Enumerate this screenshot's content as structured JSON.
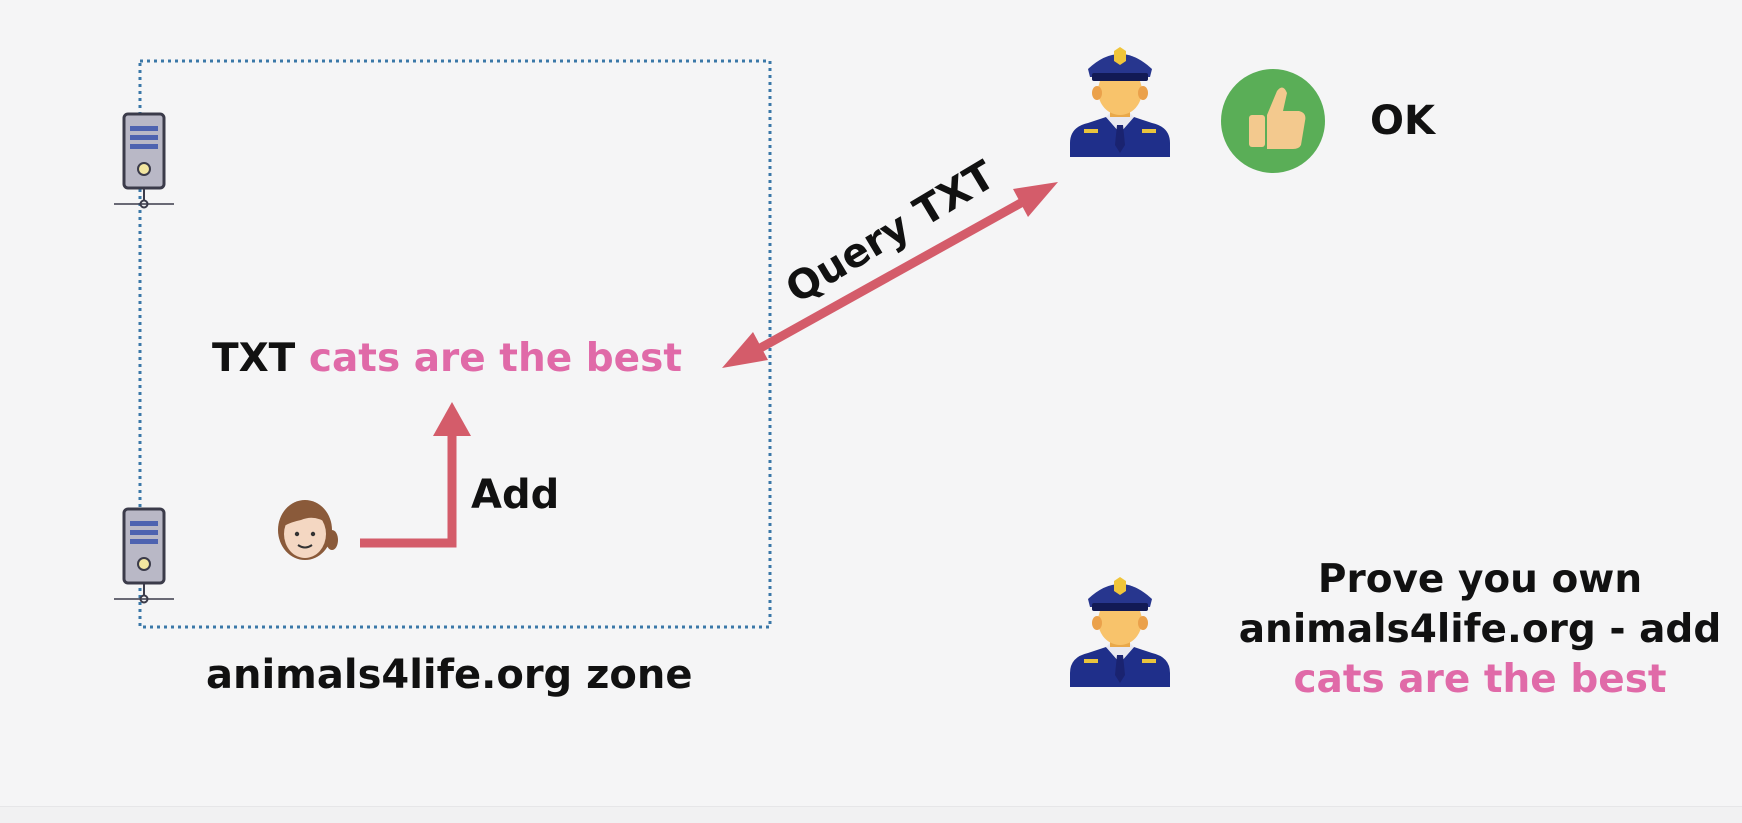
{
  "diagram": {
    "record": {
      "type": "TXT",
      "value": "cats are the best"
    },
    "add_label": "Add",
    "query_label": "Query TXT",
    "zone_label": "animals4life.org zone",
    "status_label": "OK",
    "challenge": {
      "line1": "Prove you own",
      "line2": "animals4life.org - add",
      "line3": "cats are the best"
    }
  },
  "colors": {
    "accent_pink": "#e06aa8",
    "arrow_red": "#d45c6a",
    "zone_border": "#3a78a8",
    "ok_green": "#5aae57"
  },
  "icons": [
    "server-icon",
    "user-avatar-icon",
    "police-officer-icon",
    "thumbs-up-icon"
  ]
}
